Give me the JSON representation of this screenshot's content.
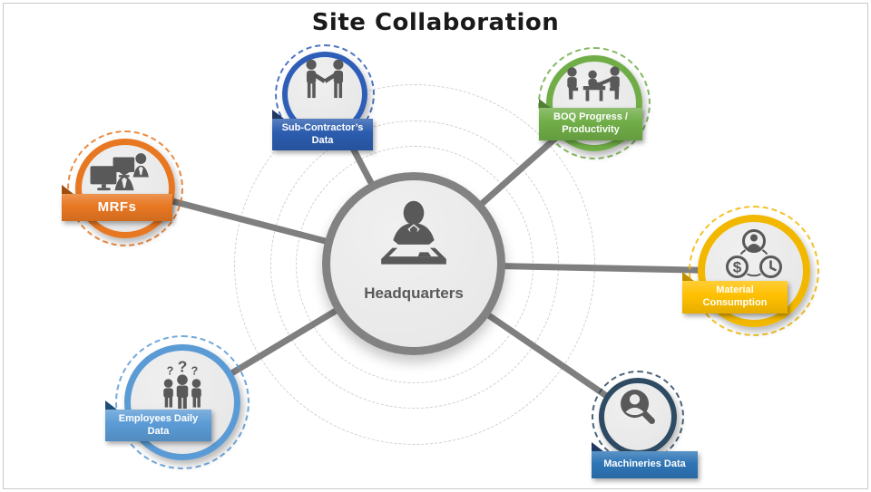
{
  "title": "Site Collaboration",
  "center": {
    "label": "Headquarters",
    "icon": "manager-at-desk"
  },
  "nodes": [
    {
      "id": "mrfs",
      "label": "MRFs",
      "icon": "people-at-computers",
      "circle": "#E87722",
      "banner": "#E87722",
      "fold": "#9C4E0F"
    },
    {
      "id": "sub-contractors-data",
      "label": "Sub-Contractor’s Data",
      "icon": "handshake",
      "circle": "#2E5EB8",
      "banner": "#2B5CAE",
      "fold": "#1F3864"
    },
    {
      "id": "boq-progress-productivity",
      "label": "BOQ Progress / Productivity",
      "icon": "meeting-at-table",
      "circle": "#70AD47",
      "banner": "#70AD47",
      "fold": "#507E32"
    },
    {
      "id": "material-consumption",
      "label": "Material Consumption",
      "icon": "person-money-time-cycle",
      "circle": "#F2B800",
      "banner": "#FFC000",
      "fold": "#BF8F00"
    },
    {
      "id": "machineries-data",
      "label": "Machineries Data",
      "icon": "person-search",
      "circle": "#2F4A63",
      "banner": "#2E75B6",
      "fold": "#1F3864"
    },
    {
      "id": "employees-daily-data",
      "label": "Employees Daily Data",
      "icon": "people-with-questions",
      "circle": "#5B9BD5",
      "banner": "#5B9BD5",
      "fold": "#1F4E79"
    }
  ],
  "palette": {
    "connector": "#7F7F7F",
    "orbit": "#CFCFCF",
    "nodefill": "#EAEAEA",
    "centerborder": "#828282",
    "centertext": "#595959",
    "icon": "#595959",
    "bannertext": "#FFFFFF",
    "titletext": "#1A1A1A",
    "framebo": "#C9C9C9",
    "background": "#FFFFFF"
  }
}
